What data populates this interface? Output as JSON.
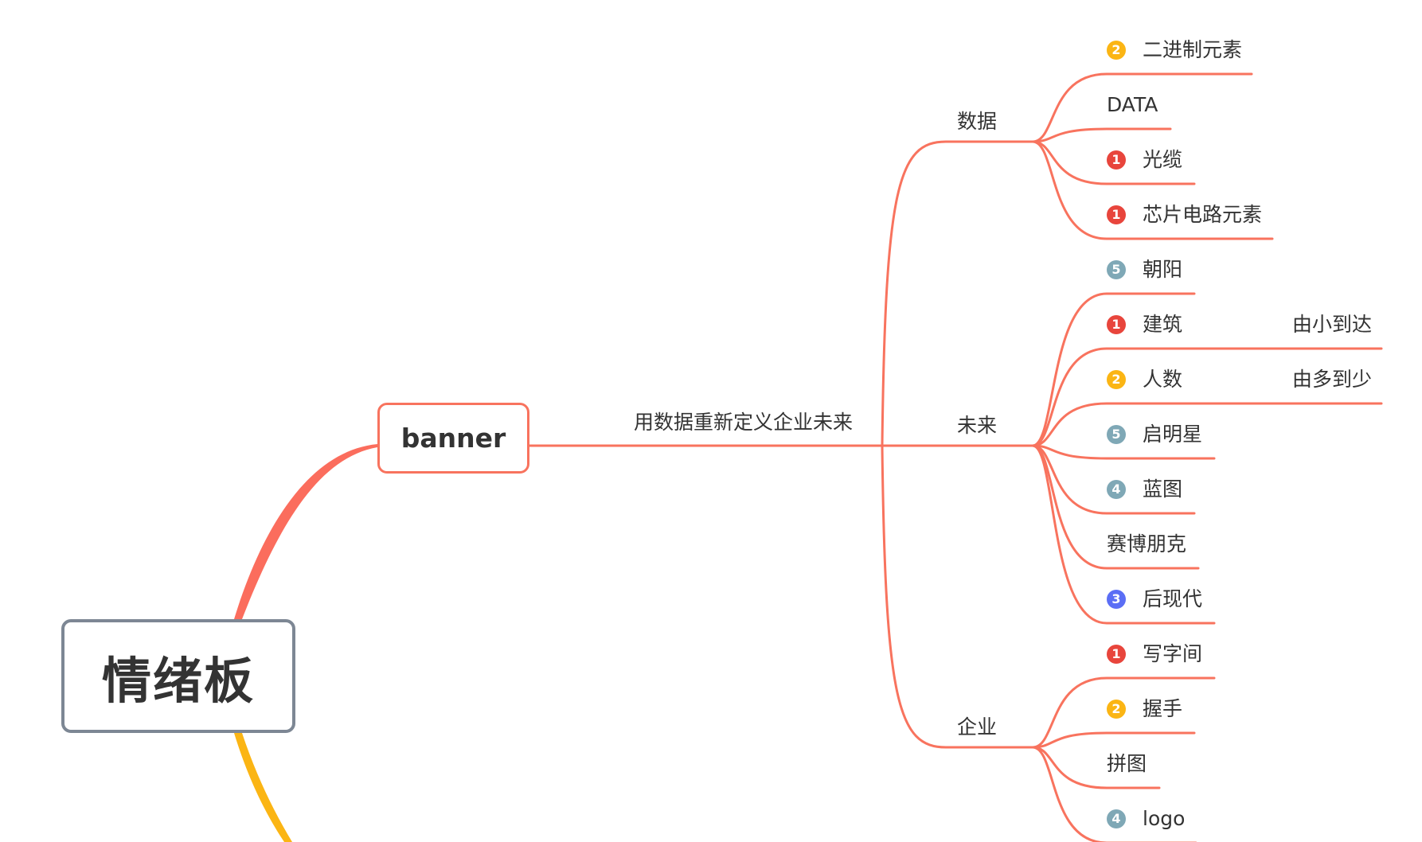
{
  "colors": {
    "branch": "#f8735e",
    "root_upper_branch": "#fb6d5d",
    "root_lower_branch": "#fbb514",
    "root_border": "#7d8794",
    "text": "#333333",
    "priority_1": "#e8453c",
    "priority_2": "#fbb514",
    "priority_3": "#5b6ef5",
    "priority_4": "#7fa8b6",
    "priority_5": "#7fa8b6"
  },
  "mindmap": {
    "root": {
      "label": "情绪板"
    },
    "banner": {
      "label": "banner"
    },
    "banner_relation": {
      "label": "用数据重新定义企业未来"
    },
    "topics": [
      {
        "label": "数据",
        "children": [
          {
            "label": "二进制元素",
            "priority": "2",
            "priority_color": "#fbb514"
          },
          {
            "label": "DATA"
          },
          {
            "label": "光缆",
            "priority": "1",
            "priority_color": "#e8453c"
          },
          {
            "label": "芯片电路元素",
            "priority": "1",
            "priority_color": "#e8453c"
          }
        ]
      },
      {
        "label": "未来",
        "children": [
          {
            "label": "朝阳",
            "priority": "5",
            "priority_color": "#7fa8b6"
          },
          {
            "label": "建筑",
            "priority": "1",
            "priority_color": "#e8453c",
            "note": "由小到达"
          },
          {
            "label": "人数",
            "priority": "2",
            "priority_color": "#fbb514",
            "note": "由多到少"
          },
          {
            "label": "启明星",
            "priority": "5",
            "priority_color": "#7fa8b6"
          },
          {
            "label": "蓝图",
            "priority": "4",
            "priority_color": "#7fa8b6"
          },
          {
            "label": "赛博朋克"
          },
          {
            "label": "后现代",
            "priority": "3",
            "priority_color": "#5b6ef5"
          }
        ]
      },
      {
        "label": "企业",
        "children": [
          {
            "label": "写字间",
            "priority": "1",
            "priority_color": "#e8453c"
          },
          {
            "label": "握手",
            "priority": "2",
            "priority_color": "#fbb514"
          },
          {
            "label": "拼图"
          },
          {
            "label": "logo",
            "priority": "4",
            "priority_color": "#7fa8b6"
          }
        ]
      }
    ]
  }
}
